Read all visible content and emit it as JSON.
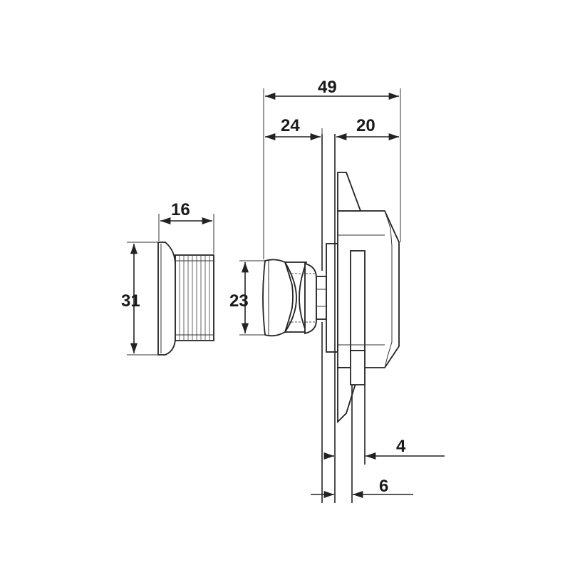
{
  "diagram": {
    "dimensions": {
      "overall_depth": "49",
      "front_depth": "24",
      "rear_depth": "20",
      "ring_length": "16",
      "ring_diameter": "31",
      "knob_diameter": "23",
      "gap_4": "4",
      "gap_6": "6"
    }
  }
}
